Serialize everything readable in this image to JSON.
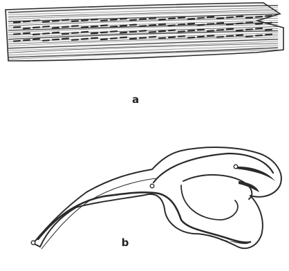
{
  "figure": {
    "panels": [
      {
        "id": "a",
        "label": "a"
      },
      {
        "id": "b",
        "label": "b"
      }
    ],
    "colors": {
      "ink": "#2a2a2a",
      "background": "#ffffff"
    }
  }
}
